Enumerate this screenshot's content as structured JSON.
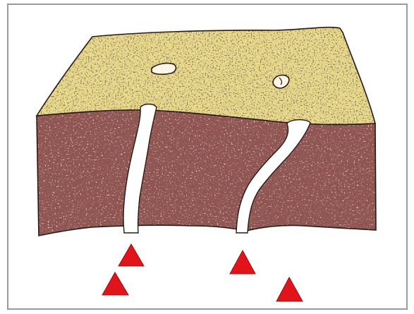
{
  "diagram": {
    "colors": {
      "border": "#9a9a9a",
      "sand_base": "#e9d98c",
      "sand_speckle_dark": "#3a2f1c",
      "sand_speckle_light": "#b89c58",
      "rock_base": "#8e5450",
      "rock_speckle_dark": "#4e1f1e",
      "rock_speckle_light": "#c48e86",
      "outline": "#2a1a15",
      "fracture_fill": "#ffffff",
      "marker_red": "#e0141a"
    },
    "icons": [
      "triangle-marker",
      "triangle-marker",
      "triangle-marker",
      "triangle-marker"
    ]
  }
}
